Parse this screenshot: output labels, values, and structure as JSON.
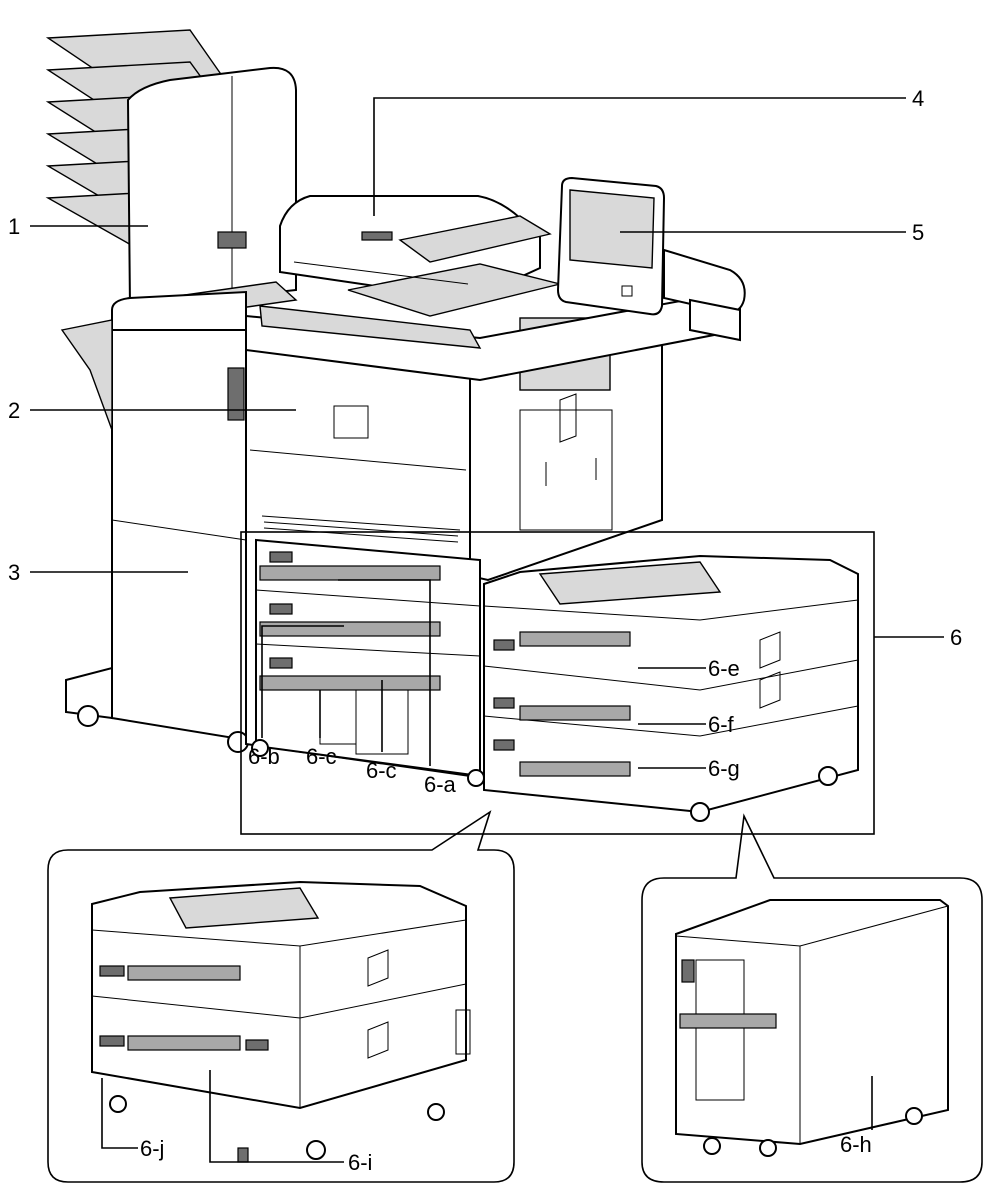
{
  "labels": {
    "l1": "1",
    "l2": "2",
    "l3": "3",
    "l4": "4",
    "l5": "5",
    "l6": "6",
    "l6a": "6-a",
    "l6b": "6-b",
    "l6c1": "6-c",
    "l6c2": "6-c",
    "l6e": "6-e",
    "l6f": "6-f",
    "l6g": "6-g",
    "l6h": "6-h",
    "l6i": "6-i",
    "l6j": "6-j"
  }
}
